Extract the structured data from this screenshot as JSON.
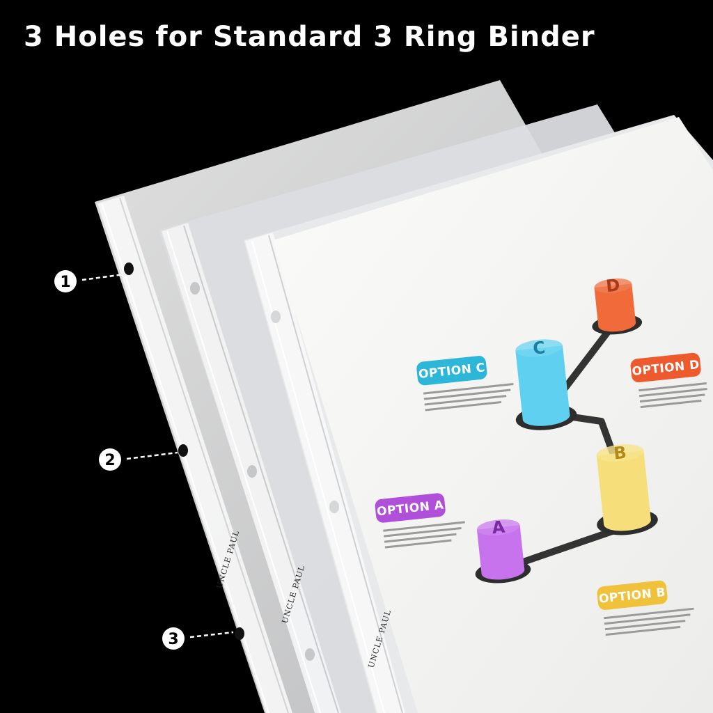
{
  "headline": "3 Holes for Standard 3 Ring Binder",
  "callouts": [
    "1",
    "2",
    "3"
  ],
  "brand": "UNCLE PAUL",
  "infographic": {
    "options": [
      {
        "label": "OPTION C",
        "color": "#2cb7d8"
      },
      {
        "label": "OPTION D",
        "color": "#ec5a2e"
      },
      {
        "label": "OPTION A",
        "color": "#b04fd9"
      },
      {
        "label": "OPTION B",
        "color": "#f0c23c"
      }
    ],
    "cylinders": [
      {
        "letter": "C",
        "color": "#5fd0f0"
      },
      {
        "letter": "D",
        "color": "#f06a3a"
      },
      {
        "letter": "B",
        "color": "#f6df7a"
      },
      {
        "letter": "A",
        "color": "#c873ee"
      }
    ]
  },
  "colors": {
    "background": "#000000",
    "headline": "#ffffff",
    "sleeve": "#e9eaec",
    "paper": "#f6f6f4"
  }
}
